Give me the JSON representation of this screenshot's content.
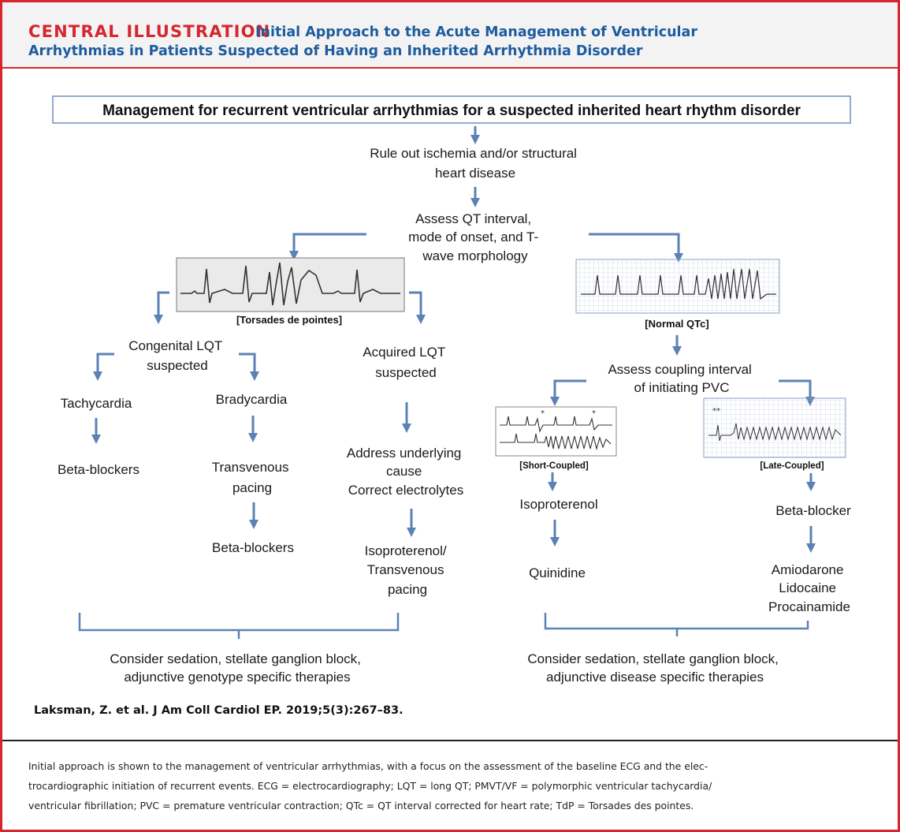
{
  "header": {
    "label": "CENTRAL ILLUSTRATION",
    "title_line1": "Initial Approach to the Acute Management of Ventricular",
    "title_line2": "Arrhythmias in Patients Suspected of Having an Inherited Arrhythmia Disorder"
  },
  "diagram": {
    "top_box": "Management for recurrent ventricular arrhythmias for a suspected inherited heart rhythm disorder",
    "rule_out": [
      "Rule out ischemia and/or structural",
      "heart disease"
    ],
    "assess_qt": [
      "Assess QT interval,",
      "mode of onset, and T-",
      "wave morphology"
    ],
    "torsades_label": "[Torsades de pointes]",
    "normal_qtc_label": "[Normal QTc]",
    "congenital": [
      "Congenital LQT",
      "suspected"
    ],
    "acquired": [
      "Acquired LQT",
      "suspected"
    ],
    "tachycardia": "Tachycardia",
    "bradycardia": "Bradycardia",
    "beta_blockers_left": "Beta-blockers",
    "transvenous_pacing": [
      "Transvenous",
      "pacing"
    ],
    "beta_blockers_mid": "Beta-blockers",
    "address_cause": [
      "Address underlying",
      "cause",
      "Correct electrolytes"
    ],
    "isoproterenol_pacing": [
      "Isoproterenol/",
      "Transvenous",
      "pacing"
    ],
    "assess_coupling": [
      "Assess coupling interval",
      "of initiating PVC"
    ],
    "short_coupled_label": "[Short-Coupled]",
    "late_coupled_label": "[Late-Coupled]",
    "isoproterenol": "Isoproterenol",
    "quinidine": "Quinidine",
    "beta_blocker": "Beta-blocker",
    "antiarrhythmics": [
      "Amiodarone",
      "Lidocaine",
      "Procainamide"
    ],
    "left_conclusion": [
      "Consider sedation, stellate ganglion block,",
      "adjunctive genotype specific therapies"
    ],
    "right_conclusion": [
      "Consider sedation, stellate ganglion block,",
      "adjunctive disease specific therapies"
    ]
  },
  "citation": "Laksman, Z. et al. J Am Coll Cardiol EP. 2019;5(3):267–83.",
  "caption": [
    "Initial approach is shown to the management of ventricular arrhythmias, with a focus on the assessment of the baseline ECG and the elec-",
    "trocardiographic initiation of recurrent events. ECG = electrocardiography; LQT = long QT; PMVT/VF = polymorphic ventricular tachycardia/",
    "ventricular fibrillation; PVC = premature ventricular contraction; QTc = QT interval corrected for heart rate; TdP = Torsades des pointes."
  ],
  "colors": {
    "accent_red": "#d6262f",
    "title_blue": "#1d5c9e",
    "arrow_blue": "#5b82b4"
  }
}
